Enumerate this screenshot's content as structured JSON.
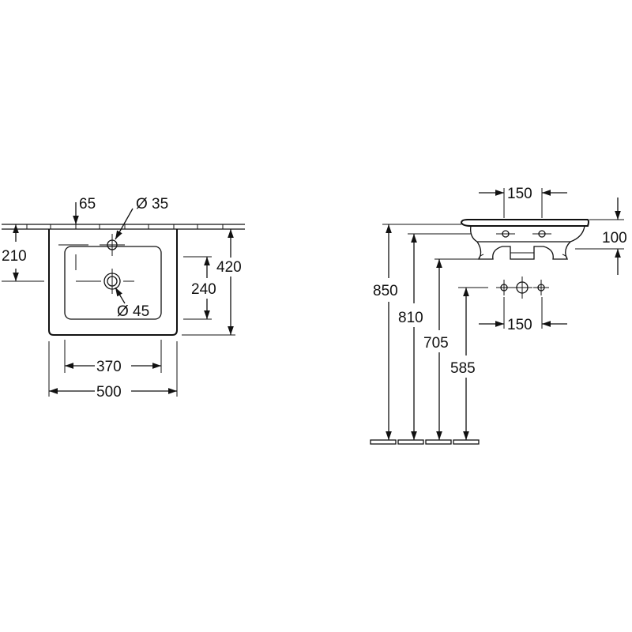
{
  "colors": {
    "line": "#111111",
    "background": "#ffffff"
  },
  "top_view": {
    "dim_65": "65",
    "dim_tap_hole": "Ø 35",
    "dim_210": "210",
    "dim_420": "420",
    "dim_240": "240",
    "dim_waste": "Ø 45",
    "dim_370": "370",
    "dim_500": "500"
  },
  "side_view": {
    "dim_150_top": "150",
    "dim_100": "100",
    "dim_850": "850",
    "dim_810": "810",
    "dim_705": "705",
    "dim_585": "585",
    "dim_150_bottom": "150"
  }
}
